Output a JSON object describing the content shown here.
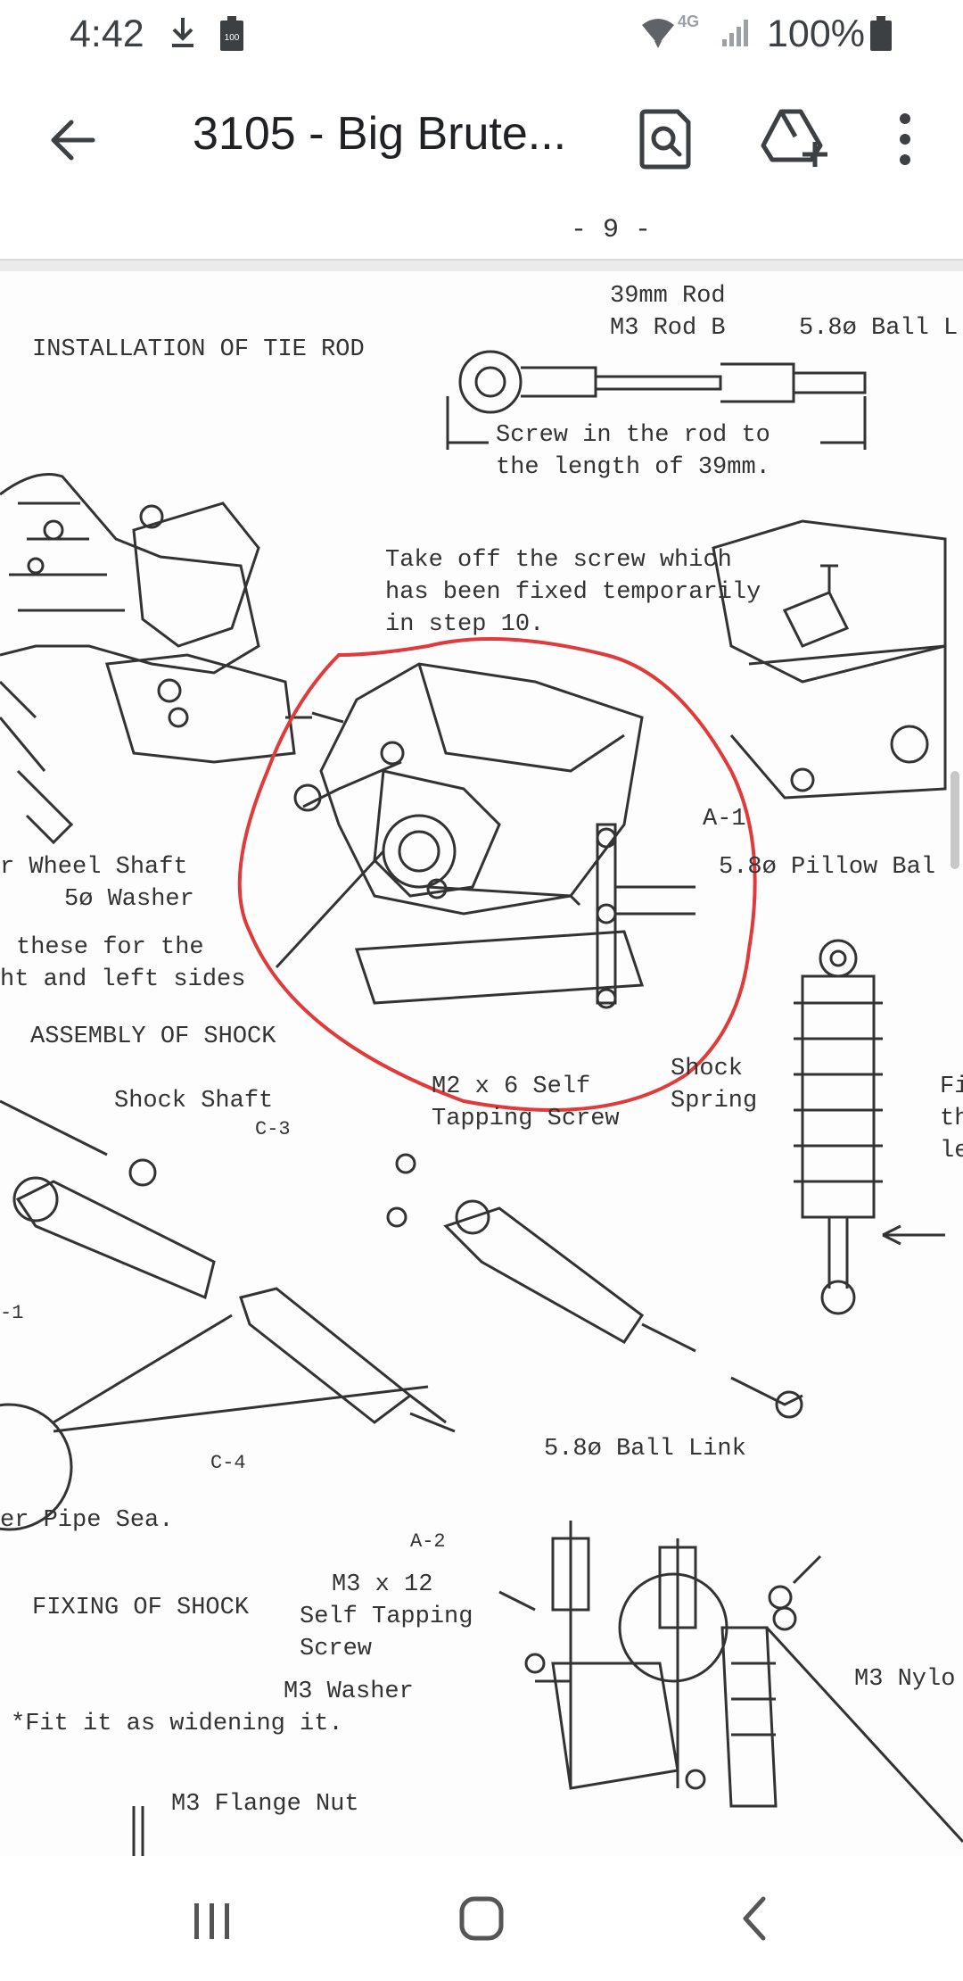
{
  "status_bar": {
    "time": "4:42",
    "network": "4G",
    "battery_percent": "100%",
    "battery_small_label": "100"
  },
  "app_bar": {
    "title": "3105 - Big Brute...",
    "icons": [
      "back-arrow-icon",
      "lens-search-icon",
      "drive-add-icon",
      "more-vert-icon"
    ]
  },
  "page_header": "- 9 -",
  "document": {
    "section_tie_rod": "INSTALLATION OF TIE ROD",
    "rod_label_1": "39mm Rod",
    "rod_label_2": "M3 Rod B",
    "ball_label": "5.8ø Ball L",
    "screw_note_1": "Screw in the rod to",
    "screw_note_2": "the length of 39mm.",
    "take_off_1": "Take off the screw which",
    "take_off_2": "has been fixed temporarily",
    "take_off_3": "in step 10.",
    "wheel_shaft": "r Wheel Shaft",
    "washer_5": "5ø Washer",
    "these_for_1": "these for the",
    "these_for_2": "ht and left sides",
    "a1": "A-1",
    "pillow_ball": "5.8ø Pillow Bal",
    "section_shock": "ASSEMBLY OF SHOCK",
    "shock_shaft": "Shock Shaft",
    "c3": "C-3",
    "m2_screw_1": "M2 x 6 Self",
    "m2_screw_2": "Tapping Screw",
    "shock_spring_1": "Shock",
    "shock_spring_2": "Spring",
    "fi_1": "Fi",
    "fi_2": "th",
    "fi_3": "le",
    "minus_1": "-1",
    "c4": "C-4",
    "ball_link": "5.8ø Ball Link",
    "pipe_seal": "er Pipe Sea.",
    "a2": "A-2",
    "section_fixing": "FIXING OF SHOCK",
    "m3_screw_1": "M3 x 12",
    "m3_screw_2": "Self Tapping",
    "m3_screw_3": "Screw",
    "m3_nylon": "M3 Nylo",
    "m3_washer": "M3 Washer",
    "fit_note": "*Fit it as widening it.",
    "flange_nut": "M3 Flange Nut"
  },
  "nav_bar": {
    "icons": [
      "recent-apps-icon",
      "home-icon",
      "back-icon"
    ]
  }
}
